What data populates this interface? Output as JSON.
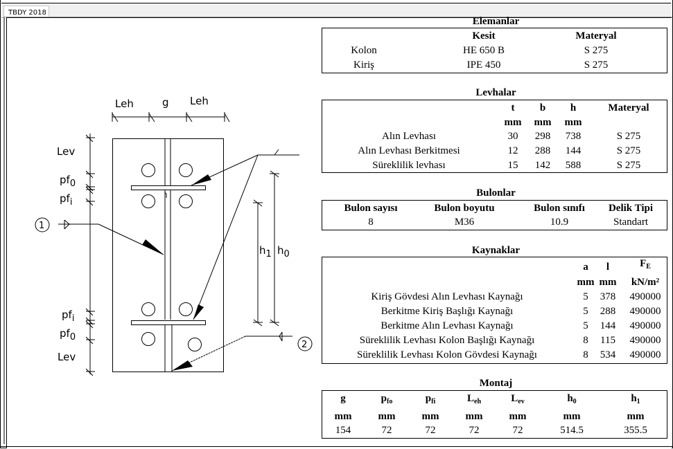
{
  "tab": {
    "label": "TBDY 2018"
  },
  "drawing": {
    "labels": {
      "leh_left": "Leh",
      "g": "g",
      "leh_right": "Leh",
      "lev_top": "Lev",
      "pf0_top": "pf",
      "pf0_top_sub": "0",
      "pfi_top": "pf",
      "pfi_top_sub": "i",
      "pfi_bot": "pf",
      "pfi_bot_sub": "i",
      "pf0_bot": "pf",
      "pf0_bot_sub": "0",
      "lev_bot": "Lev",
      "h1": "h",
      "h1_sub": "1",
      "h0": "h",
      "h0_sub": "0",
      "weld1": "1",
      "weld2": "2"
    }
  },
  "elemanlar": {
    "title": "Elemanlar",
    "headers": [
      "",
      "Kesit",
      "Materyal"
    ],
    "rows": [
      [
        "Kolon",
        "HE 650 B",
        "S 275"
      ],
      [
        "Kiriş",
        "IPE 450",
        "S 275"
      ]
    ]
  },
  "levhalar": {
    "title": "Levhalar",
    "headers": [
      "t",
      "b",
      "h",
      "Materyal"
    ],
    "units": [
      "mm",
      "mm",
      "mm"
    ],
    "rows": [
      [
        "Alın Levhası",
        "30",
        "298",
        "738",
        "S 275"
      ],
      [
        "Alın Levhası Berkitmesi",
        "12",
        "288",
        "144",
        "S 275"
      ],
      [
        "Süreklilik levhası",
        "15",
        "142",
        "588",
        "S 275"
      ]
    ]
  },
  "bulonlar": {
    "title": "Bulonlar",
    "headers": [
      "Bulon sayısı",
      "Bulon boyutu",
      "Bulon sınıfı",
      "Delik Tipi"
    ],
    "values": [
      "8",
      "M36",
      "10.9",
      "Standart"
    ]
  },
  "kaynaklar": {
    "title": "Kaynaklar",
    "headers": [
      "a",
      "l",
      "F",
      "E"
    ],
    "units": [
      "mm",
      "mm",
      "kN/m²"
    ],
    "rows": [
      [
        "Kiriş Gövdesi Alın Levhası Kaynağı",
        "5",
        "378",
        "490000"
      ],
      [
        "Berkitme Kiriş Başlığı Kaynağı",
        "5",
        "288",
        "490000"
      ],
      [
        "Berkitme Alın Levhası Kaynağı",
        "5",
        "144",
        "490000"
      ],
      [
        "Süreklilik Levhası Kolon Başlığı Kaynağı",
        "8",
        "115",
        "490000"
      ],
      [
        "Süreklilik Levhası Kolon Gövdesi Kaynağı",
        "8",
        "534",
        "490000"
      ]
    ]
  },
  "montaj": {
    "title": "Montaj",
    "headers": [
      {
        "main": "g",
        "sub": ""
      },
      {
        "main": "p",
        "sub": "fo"
      },
      {
        "main": "p",
        "sub": "fi"
      },
      {
        "main": "L",
        "sub": "eh"
      },
      {
        "main": "L",
        "sub": "ev"
      },
      {
        "main": "h",
        "sub": "0"
      },
      {
        "main": "h",
        "sub": "1"
      }
    ],
    "units": [
      "mm",
      "mm",
      "mm",
      "mm",
      "mm",
      "mm",
      "mm"
    ],
    "values": [
      "154",
      "72",
      "72",
      "72",
      "72",
      "514.5",
      "355.5"
    ]
  }
}
